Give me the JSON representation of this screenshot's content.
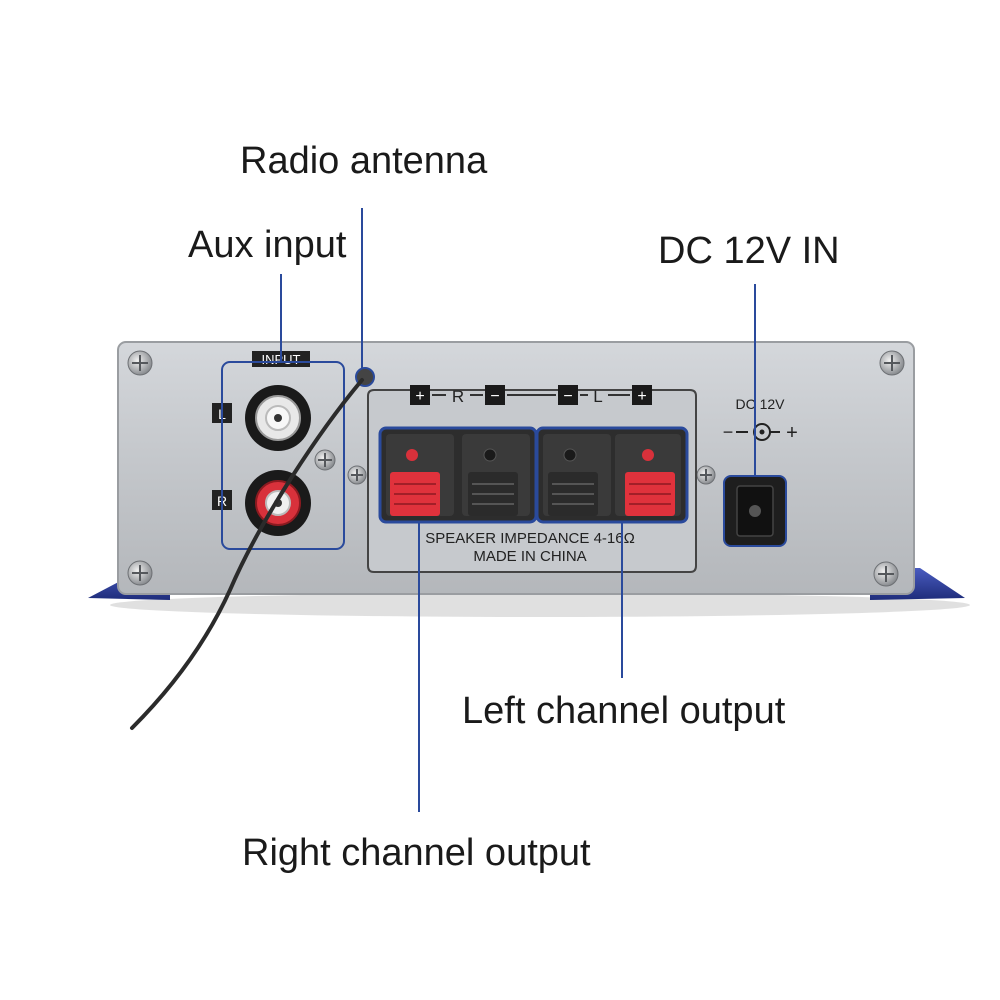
{
  "callouts": {
    "radio_antenna": "Radio antenna",
    "aux_input": "Aux input",
    "dc_in": "DC 12V IN",
    "left_output": "Left channel output",
    "right_output": "Right channel output"
  },
  "panel": {
    "input_label": "INPUT",
    "input_left": "L",
    "input_right": "R",
    "speaker_r": "R",
    "speaker_l": "L",
    "plus": "+",
    "minus": "−",
    "dc_label": "DC 12V",
    "dc_polarity_minus": "−",
    "dc_polarity_plus": "+",
    "impedance": "SPEAKER IMPEDANCE   4-16Ω",
    "made_in": "MADE IN CHINA"
  },
  "colors": {
    "callout_line": "#2a4a9c",
    "panel": "#c9ccd0",
    "feet": "#2c3f9a",
    "terminal_red": "#e0323c"
  }
}
